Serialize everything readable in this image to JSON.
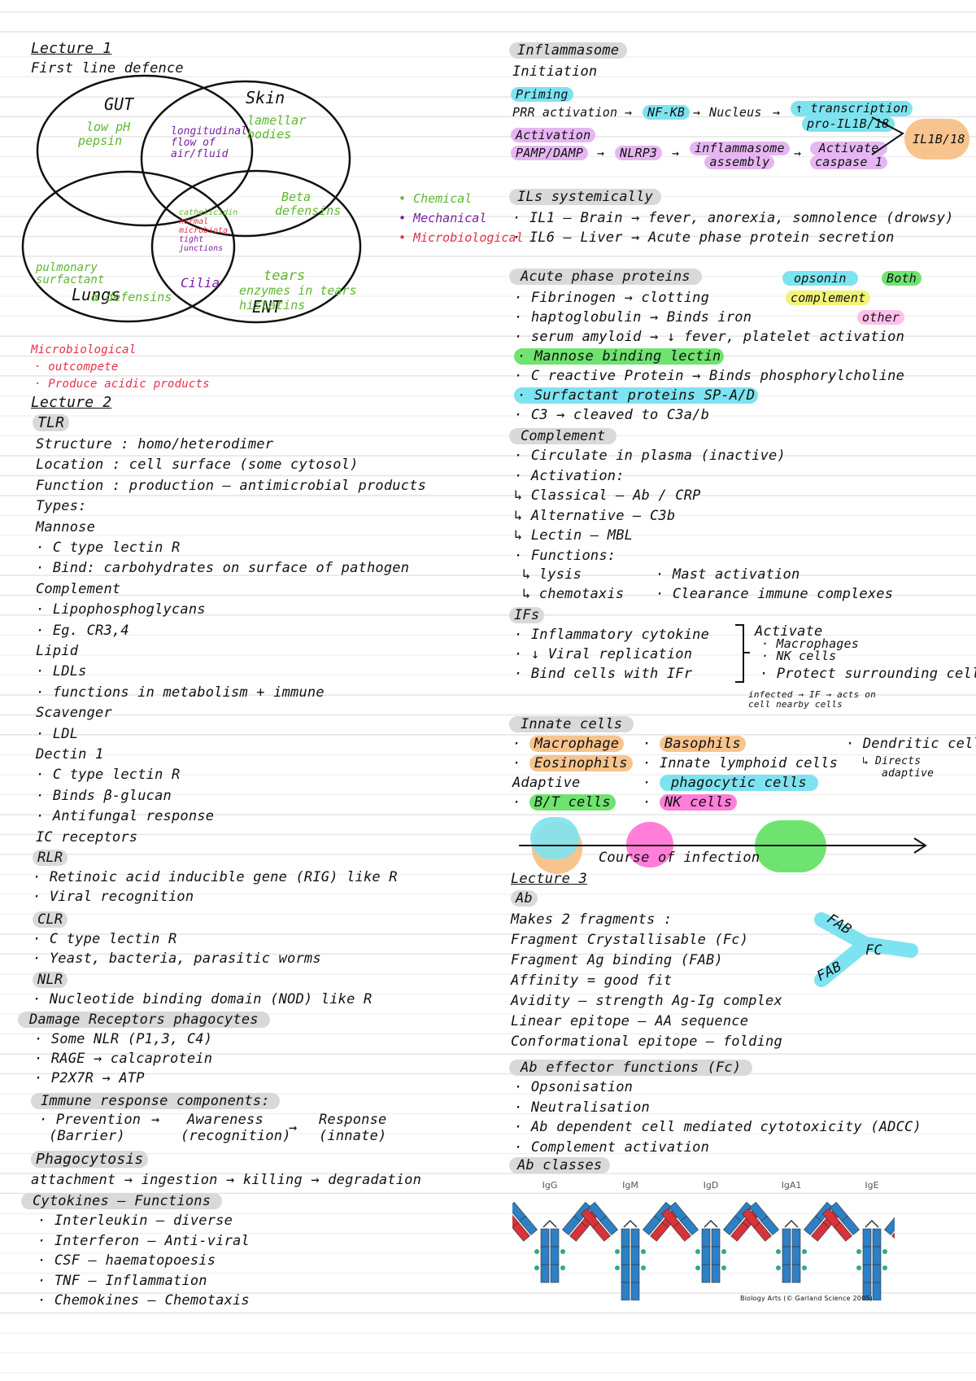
{
  "left": {
    "l1_heading": "Lecture 1",
    "first_line": "First line defence",
    "venn": {
      "circles": [
        "GUT",
        "Skin",
        "Lungs",
        "ENT"
      ],
      "gut_items": [
        "low pH",
        "pepsin"
      ],
      "skin_items": [
        "lamellar",
        "bodies"
      ],
      "gut_skin": [
        "longitudinal",
        "flow of",
        "air/fluid"
      ],
      "center": [
        "cathelicidin",
        "normal",
        "microbiota",
        "tight",
        "junctions"
      ],
      "beta": [
        "Beta",
        "defensins"
      ],
      "lungs_items": [
        "pulmonary",
        "surfactant"
      ],
      "alpha": "α defensins",
      "cilia": "Cilia",
      "tears": [
        "tears",
        "enzymes in tears",
        "histatins"
      ],
      "legend": [
        "• Chemical",
        "• Mechanical",
        "• Microbiological"
      ]
    },
    "micro_title": "Microbiological",
    "micro_items": [
      "· outcompete",
      "· Produce acidic products"
    ],
    "l2_heading": "Lecture 2",
    "tlr_heading": "TLR",
    "tlr_lines": [
      "Structure : homo/heterodimer",
      "Location : cell surface (some cytosol)",
      "Function : production – antimicrobial products",
      "Types:",
      "Mannose",
      "· C type lectin R",
      "· Bind: carbohydrates on surface of pathogen",
      "Complement",
      "· Lipophosphoglycans",
      "· Eg. CR3,4",
      "Lipid",
      "· LDLs",
      "· functions in metabolism + immune",
      "Scavenger",
      "· LDL",
      "Dectin 1",
      "· C type lectin R",
      "· Binds β-glucan",
      "· Antifungal response",
      "IC receptors"
    ],
    "rlr_heading": "RLR",
    "rlr_lines": [
      "· Retinoic acid inducible gene (RIG) like R",
      "· Viral recognition"
    ],
    "clr_heading": "CLR",
    "clr_lines": [
      "· C type lectin R",
      "· Yeast, bacteria, parasitic worms"
    ],
    "nlr_heading": "NLR",
    "nlr_lines": [
      "· Nucleotide binding domain (NOD) like R"
    ],
    "damage_heading": "Damage Receptors phagocytes",
    "damage_lines": [
      "· Some NLR (P1,3, C4)",
      "· RAGE → calcaprotein",
      "· P2X7R → ATP"
    ],
    "irc_heading": "Immune response components:",
    "irc_prevention": "· Prevention",
    "irc_barrier": "(Barrier)",
    "irc_awareness": "Awareness",
    "irc_recognition": "(recognition)",
    "irc_response": "Response",
    "irc_innate": "(innate)",
    "phago_heading": "Phagocytosis",
    "phago_line": "attachment → ingestion → killing → degradation",
    "cyto_heading": "Cytokines – Functions",
    "cyto_lines": [
      "· Interleukin – diverse",
      "· Interferon – Anti-viral",
      "· CSF – haematopoesis",
      "· TNF – Inflammation",
      "· Chemokines – Chemotaxis"
    ]
  },
  "right": {
    "inflam_heading": "Inflammasome",
    "initiation": "Initiation",
    "priming": "Priming",
    "prr": "PRR activation",
    "nfkb": "NF-KB",
    "nucleus": "Nucleus",
    "transcription": "↑ transcription",
    "pro": "pro-IL1B/18",
    "activation": "Activation",
    "pamp": "PAMP/DAMP",
    "nlrp3": "NLRP3",
    "assembly_1": "inflammasome",
    "assembly_2": "assembly",
    "caspase_1": "Activate",
    "caspase_2": "caspase 1",
    "il1b": "IL1B/18",
    "ils_heading": "ILs systemically",
    "ils_lines": [
      "· IL1 – Brain → fever, anorexia, somnolence (drowsy)",
      "· IL6 – Liver → Acute phase protein secretion"
    ],
    "app_heading": "Acute phase proteins",
    "legend_opsonin": "opsonin",
    "legend_both": "Both",
    "legend_complement": "complement",
    "legend_other": "other",
    "app_lines": [
      "· Fibrinogen → clotting",
      "· haptoglobulin → Binds iron",
      "· serum amyloid → ↓ fever, platelet activation",
      "· Mannose binding lectin",
      "· C reactive Protein → Binds phosphorylcholine",
      "· Surfactant proteins SP-A/D",
      "· C3 → cleaved to C3a/b"
    ],
    "complement_heading": "Complement",
    "complement_lines": [
      "· Circulate in plasma (inactive)",
      "· Activation:",
      "↳ Classical – Ab / CRP",
      "↳ Alternative – C3b",
      "↳ Lectin – MBL",
      "· Functions:"
    ],
    "func_lysis": "↳ lysis",
    "func_mast": "· Mast activation",
    "func_chemo": "↳ chemotaxis",
    "func_clear": "· Clearance immune complexes",
    "ifs_heading": "IFs",
    "ifs_lines": [
      "· Inflammatory cytokine",
      "· ↓ Viral replication",
      "· Bind cells with IFr"
    ],
    "ifs_activate": "Activate",
    "ifs_act_lines": [
      "· Macrophages",
      "· NK cells",
      "· Protect surrounding cells"
    ],
    "ifs_note_1": "infected → IF → acts on",
    "ifs_note_2": "cell            nearby cells",
    "innate_heading": "Innate cells",
    "macrophage": "Macrophage",
    "basophils": "Basophils",
    "dendritic": "· Dendritic cells",
    "eosinophils": "Eosinophils",
    "ilc": "· Innate lymphoid cells",
    "directs": "↳ Directs",
    "adaptive_small": "adaptive",
    "adaptive": "Adaptive",
    "phagocytic": "phagocytic cells",
    "bt": "B/T cells",
    "nk": "NK cells",
    "course": "Course of infection",
    "l3_heading": "Lecture 3",
    "ab_heading": "Ab",
    "ab_lines": [
      "Makes 2 fragments :",
      "Fragment Crystallisable (Fc)",
      "Fragment Ag binding (FAB)",
      "Affinity = good fit",
      "Avidity – strength Ag-Ig complex",
      "Linear epitope – AA sequence",
      "Conformational epitope – folding"
    ],
    "fab_1": "FAB",
    "fc": "FC",
    "fab_2": "FAB",
    "effector_heading": "Ab effector functions (Fc)",
    "effector_lines": [
      "· Opsonisation",
      "· Neutralisation",
      "· Ab dependent cell mediated cytotoxicity (ADCC)",
      "· Complement activation"
    ],
    "classes_heading": "Ab classes",
    "classes": [
      "IgG",
      "IgM",
      "IgD",
      "IgA1",
      "IgE"
    ],
    "credit": "Biology Arts (© Garland Science 2005)"
  }
}
